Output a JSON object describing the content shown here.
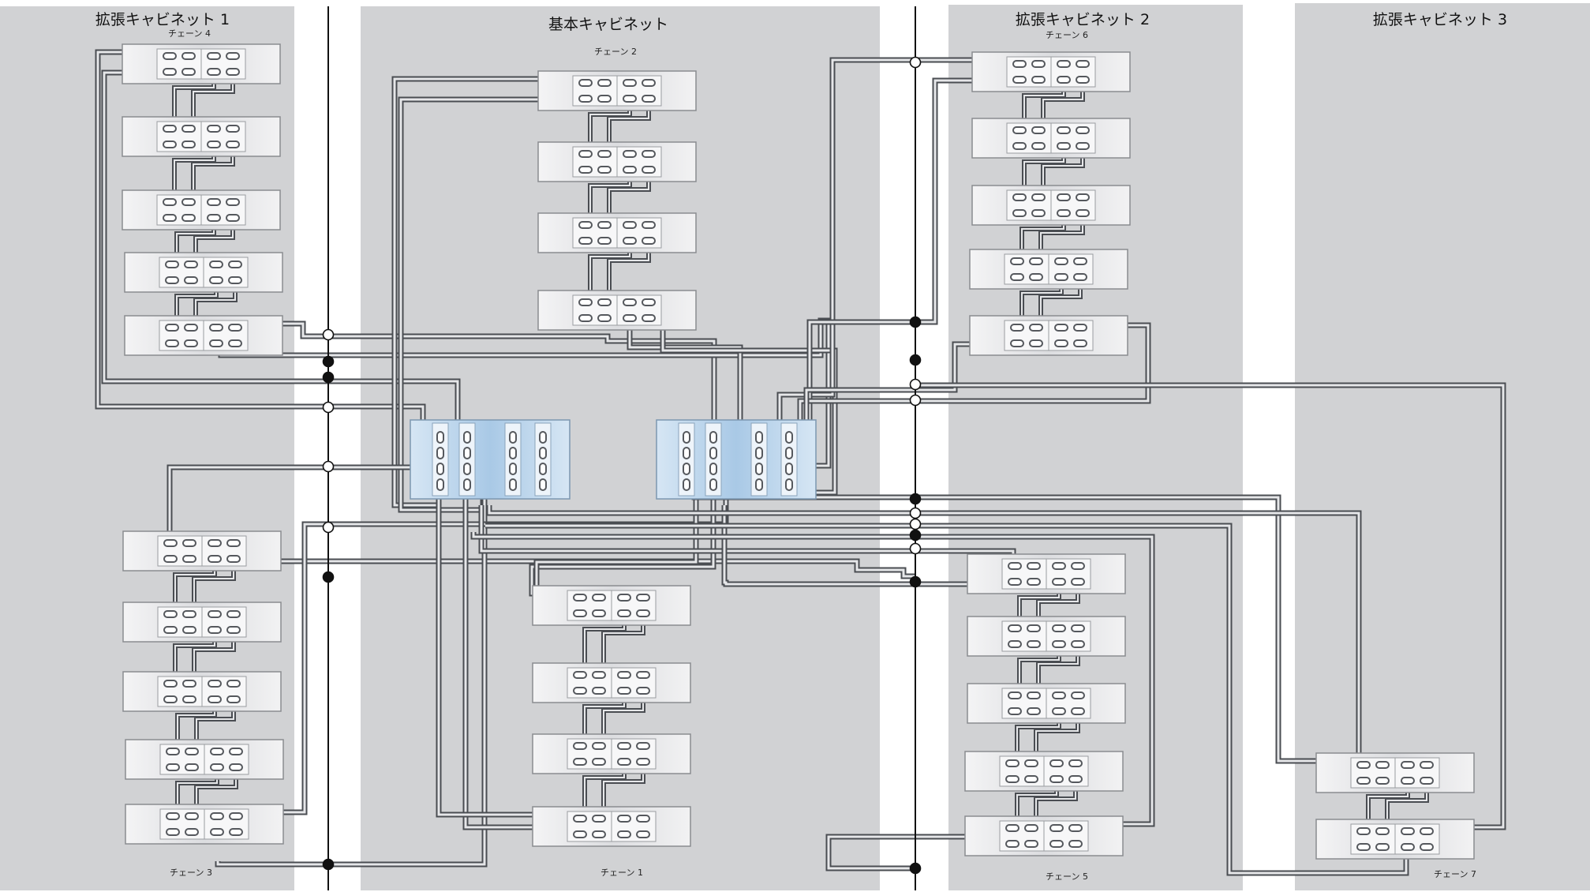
{
  "cabinets": [
    {
      "id": "exp1",
      "title": "拡張キャビネット 1"
    },
    {
      "id": "base",
      "title": "基本キャビネット"
    },
    {
      "id": "exp2",
      "title": "拡張キャビネット 2"
    },
    {
      "id": "exp3",
      "title": "拡張キャビネット 3"
    }
  ],
  "chains": [
    {
      "id": "c4",
      "label": "チェーン 4",
      "shelves": 5
    },
    {
      "id": "c2",
      "label": "チェーン 2",
      "shelves": 4
    },
    {
      "id": "c6",
      "label": "チェーン 6",
      "shelves": 5
    },
    {
      "id": "c3",
      "label": "チェーン 3",
      "shelves": 5
    },
    {
      "id": "c1",
      "label": "チェーン 1",
      "shelves": 4
    },
    {
      "id": "c5",
      "label": "チェーン 5",
      "shelves": 5
    },
    {
      "id": "c7",
      "label": "チェーン 7",
      "shelves": 2
    }
  ],
  "controllers": [
    {
      "id": "ctrl-left"
    },
    {
      "id": "ctrl-right"
    }
  ],
  "colors": {
    "cabinet_bg": "#d1d2d4",
    "cable_outer": "#4a4d52",
    "cable_inner": "#e6e7e9",
    "shelf_fill": "#e4e5e7",
    "controller_fill": "#b9d4ea",
    "bus_line": "#111111"
  }
}
